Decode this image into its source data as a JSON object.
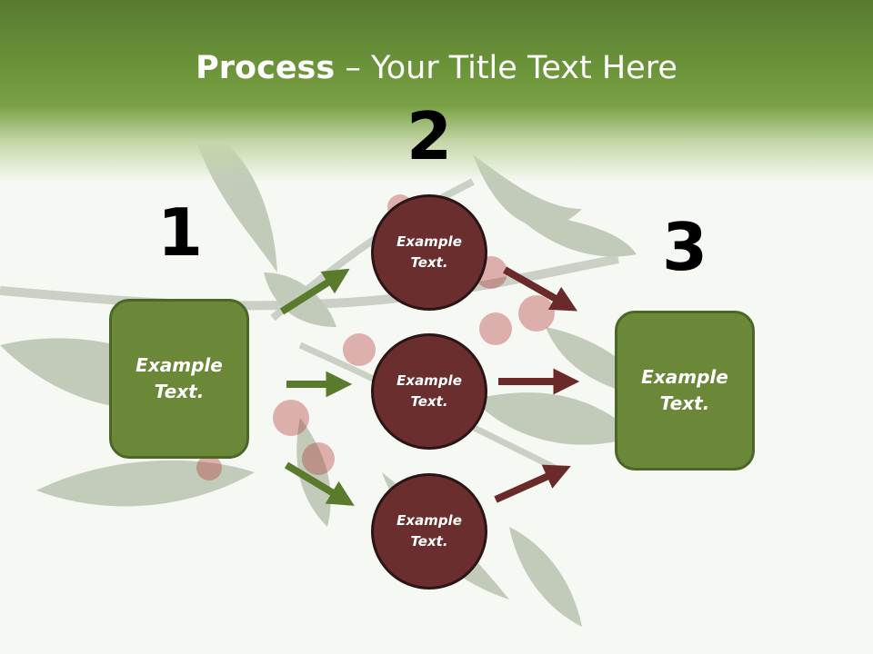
{
  "title": {
    "bold": "Process",
    "rest": " – Your Title Text Here"
  },
  "steps": [
    {
      "number": "1",
      "label": "Example Text."
    },
    {
      "number": "2",
      "circles": [
        "Example Text.",
        "Example Text.",
        "Example Text."
      ]
    },
    {
      "number": "3",
      "label": "Example Text."
    }
  ],
  "colors": {
    "header_green": "#6a9238",
    "box_green": "#6b8838",
    "box_border": "#4b6627",
    "circle_red": "#6a2e2e",
    "arrow_green": "#5a7a2c",
    "arrow_red": "#6a2a2a"
  }
}
